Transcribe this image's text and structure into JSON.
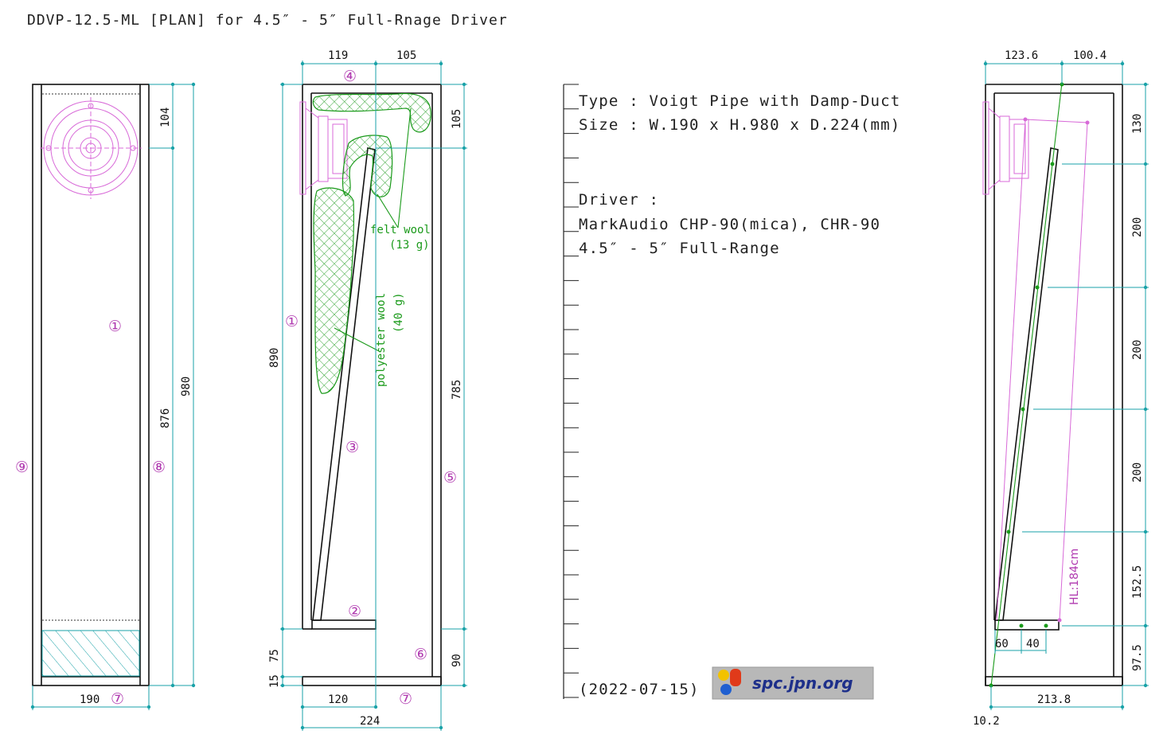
{
  "title": "DDVP-12.5-ML [PLAN] for 4.5″ - 5″ Full-Rnage Driver",
  "spec": {
    "type_line": "Type : Voigt Pipe with Damp-Duct",
    "size_line": "Size : W.190 x H.980 x D.224(mm)",
    "driver_label": "Driver :",
    "driver_models": "MarkAudio CHP-90(mica), CHR-90",
    "driver_size": "4.5″ - 5″ Full-Range",
    "date": "(2022-07-15)"
  },
  "logo": {
    "text": "spc.jpn.org"
  },
  "front_view": {
    "dims": {
      "width": "190",
      "top": "104",
      "lower": "876",
      "total": "980"
    },
    "parts": {
      "p1": "①",
      "p7": "⑦",
      "p8": "⑧",
      "p9": "⑨"
    }
  },
  "side_view": {
    "dims": {
      "top_a": "119",
      "top_b": "105",
      "right_top": "105",
      "right_mid": "785",
      "right_bot": "90",
      "left_main": "890",
      "left_a": "75",
      "left_b": "15",
      "bottom_a": "120",
      "bottom_total": "224"
    },
    "parts": {
      "p1": "①",
      "p2": "②",
      "p3": "③",
      "p4": "④",
      "p5": "⑤",
      "p6": "⑥",
      "p7": "⑦"
    },
    "notes": {
      "felt": "felt wool",
      "felt_weight": "(13 g)",
      "poly": "polyester wool",
      "poly_weight": "(40 g)"
    }
  },
  "section_view": {
    "dims": {
      "top_a": "123.6",
      "top_b": "100.4",
      "r1": "130",
      "r2": "200",
      "r3": "200",
      "r4": "200",
      "r5": "152.5",
      "r6": "97.5",
      "b_a": "60",
      "b_b": "40",
      "bottom": "213.8",
      "offset": "10.2"
    },
    "hl_label": "HL:184cm"
  },
  "colors": {
    "dimension": "#1aa2a8",
    "part_number": "#b03ab0",
    "wool": "#1a9a1a",
    "driver": "#d86ad8"
  }
}
